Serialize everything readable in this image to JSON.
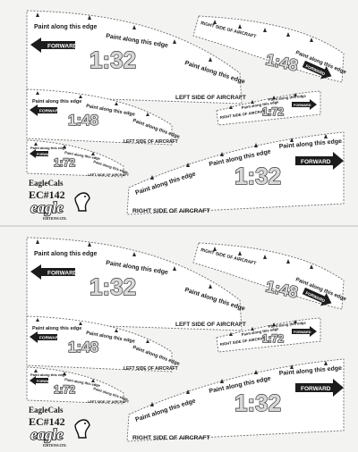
{
  "brand": {
    "line1": "EagleCals",
    "line2": "EC#142",
    "logo_word": "eagle",
    "logo_sub": "EDITIONS LTD."
  },
  "labels": {
    "paint_edge": "Paint along this edge",
    "forward": "FORWARD",
    "left_side": "LEFT SIDE OF AIRCRAFT",
    "right_side": "RIGHT SIDE OF AIRCRAFT"
  },
  "scales": {
    "large": "1:32",
    "small": "1:48",
    "tiny": "1:72"
  }
}
